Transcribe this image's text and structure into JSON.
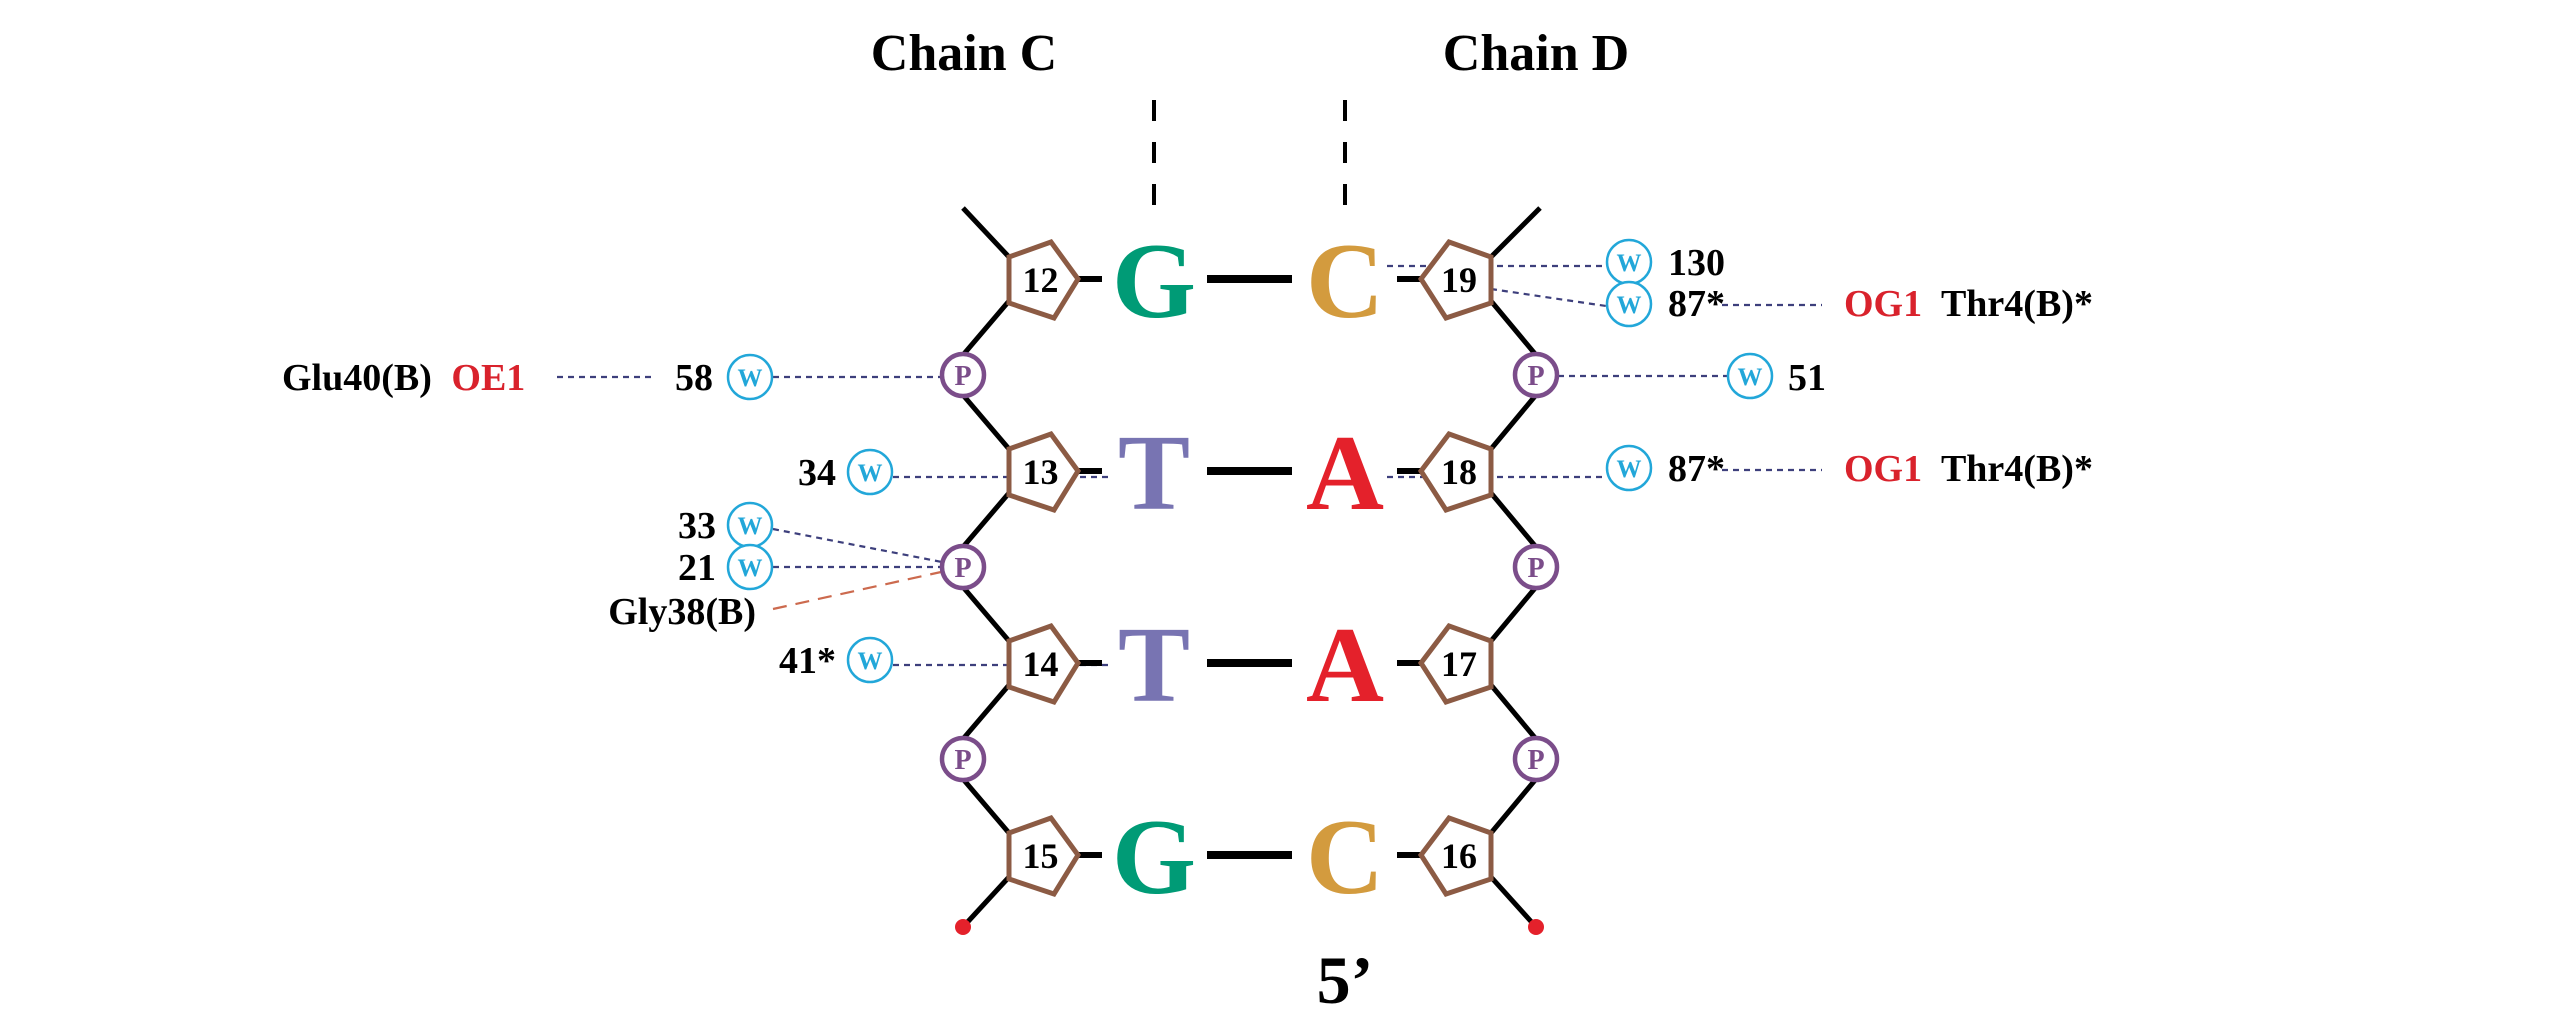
{
  "title_left": "Chain C",
  "title_right": "Chain D",
  "end_label": "5’",
  "colors": {
    "G": "#009b76",
    "C": "#d39b3e",
    "T": "#7874b2",
    "A": "#e4212b",
    "sugar": "#8c5b44",
    "phosphate": "#7b4d8a",
    "water": "#22a7d9",
    "hbond": "#3d3f7c",
    "atom_red": "#d9222c",
    "backbone_hbond": "#cc6a4e",
    "terminal": "#e4212b"
  },
  "chain_c": {
    "nucleotides": [
      {
        "num": "12",
        "base": "G"
      },
      {
        "num": "13",
        "base": "T"
      },
      {
        "num": "14",
        "base": "T"
      },
      {
        "num": "15",
        "base": "G"
      }
    ]
  },
  "chain_d": {
    "nucleotides": [
      {
        "num": "19",
        "base": "C"
      },
      {
        "num": "18",
        "base": "A"
      },
      {
        "num": "17",
        "base": "A"
      },
      {
        "num": "16",
        "base": "C"
      }
    ]
  },
  "phosphate_label": "P",
  "water_label": "W",
  "left_interactions": {
    "glu40": {
      "residue": "Glu40(B)",
      "atom": "OE1",
      "water": "58"
    },
    "w34": {
      "water": "34"
    },
    "w33": {
      "water": "33"
    },
    "w21": {
      "water": "21"
    },
    "gly38": {
      "residue": "Gly38(B)"
    },
    "w41": {
      "water": "41*"
    }
  },
  "right_interactions": {
    "w130": {
      "water": "130"
    },
    "w87a": {
      "water": "87*",
      "atom": "OG1",
      "residue": "Thr4(B)*"
    },
    "w51": {
      "water": "51"
    },
    "w87b": {
      "water": "87*",
      "atom": "OG1",
      "residue": "Thr4(B)*"
    }
  }
}
